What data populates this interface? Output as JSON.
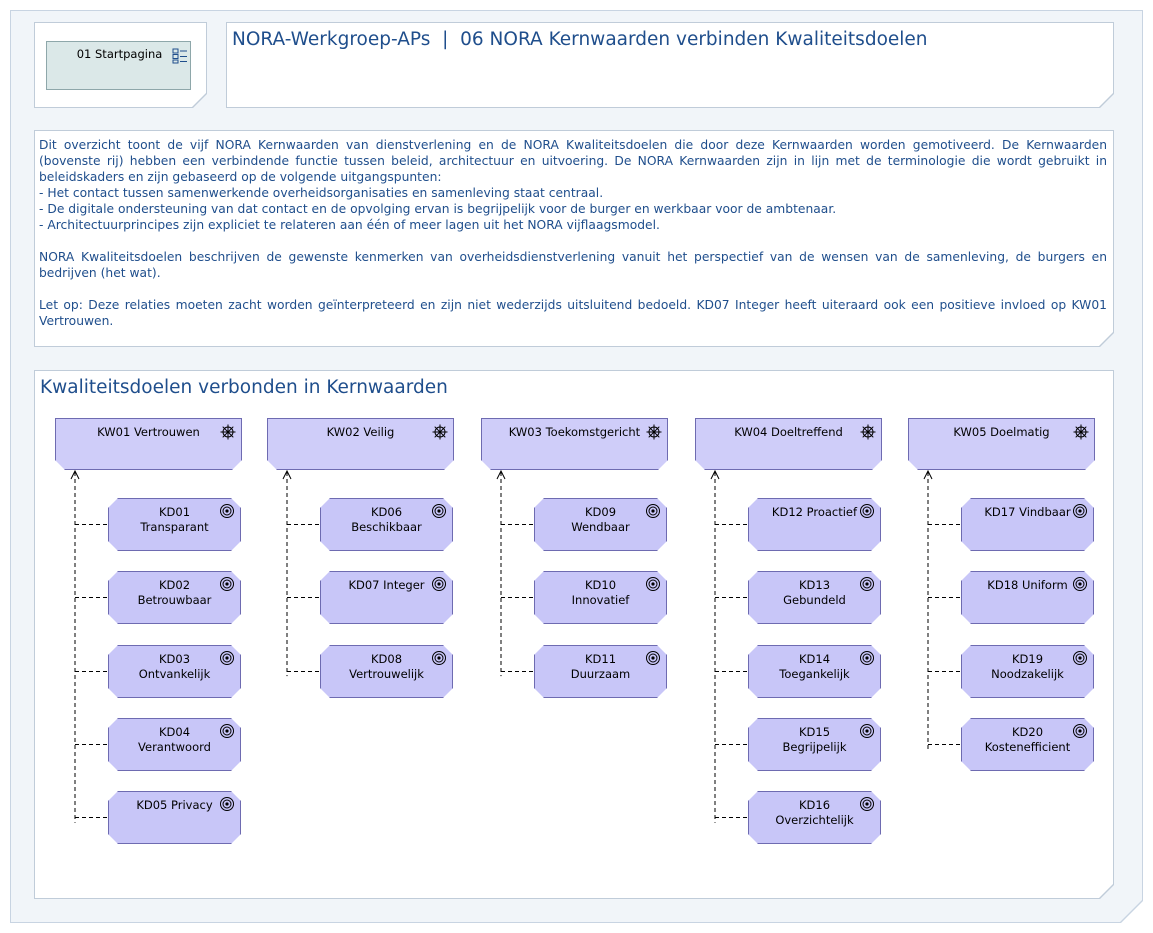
{
  "header": {
    "nav_button_label": "01 Startpagina",
    "title": "NORA-Werkgroep-APs  |  06 NORA Kernwaarden verbinden Kwaliteitsdoelen"
  },
  "description": {
    "para1": "Dit overzicht toont de vijf NORA Kernwaarden van dienstverlening en de NORA Kwaliteitsdoelen die door deze Kernwaarden worden gemotiveerd. De Kernwaarden (bovenste rij) hebben een verbindende functie tussen beleid, architectuur en uitvoering. De NORA Kernwaarden zijn in lijn met de terminologie die wordt gebruikt in beleidskaders en zijn gebaseerd op de volgende uitgangspunten:",
    "bullets": [
      "-   Het contact tussen samenwerkende overheidsorganisaties en samenleving staat centraal.",
      "-   De digitale ondersteuning van dat contact en de opvolging ervan is begrijpelijk voor de burger en werkbaar voor de ambtenaar.",
      "-   Architectuurprincipes zijn expliciet te relateren aan één of meer lagen uit het NORA vijflaagsmodel."
    ],
    "para2": "NORA Kwaliteitsdoelen beschrijven de gewenste kenmerken van overheidsdienstverlening vanuit het perspectief van de wensen van de samenleving, de burgers en bedrijven (het wat).",
    "para3": "Let op: Deze relaties moeten zacht worden geïnterpreteerd en zijn niet wederzijds uitsluitend bedoeld. KD07 Integer heeft uiteraard ook een positieve invloed op KW01 Vertrouwen."
  },
  "diagram": {
    "title": "Kwaliteitsdoelen verbonden in Kernwaarden",
    "columns": [
      {
        "kernwaarde": "KW01 Vertrouwen",
        "doelen": [
          [
            "KD01",
            "Transparant"
          ],
          [
            "KD02",
            "Betrouwbaar"
          ],
          [
            "KD03",
            "Ontvankelijk"
          ],
          [
            "KD04",
            "Verantwoord"
          ],
          [
            "KD05 Privacy"
          ]
        ]
      },
      {
        "kernwaarde": "KW02 Veilig",
        "doelen": [
          [
            "KD06",
            "Beschikbaar"
          ],
          [
            "KD07 Integer"
          ],
          [
            "KD08",
            "Vertrouwelijk"
          ]
        ]
      },
      {
        "kernwaarde": "KW03 Toekomstgericht",
        "doelen": [
          [
            "KD09 Wendbaar"
          ],
          [
            "KD10 Innovatief"
          ],
          [
            "KD11 Duurzaam"
          ]
        ]
      },
      {
        "kernwaarde": "KW04 Doeltreffend",
        "doelen": [
          [
            "KD12 Proactief"
          ],
          [
            "KD13 Gebundeld"
          ],
          [
            "KD14",
            "Toegankelijk"
          ],
          [
            "KD15 Begrijpelijk"
          ],
          [
            "KD16",
            "Overzichtelijk"
          ]
        ]
      },
      {
        "kernwaarde": "KW05 Doelmatig",
        "doelen": [
          [
            "KD17 Vindbaar"
          ],
          [
            "KD18 Uniform"
          ],
          [
            "KD19",
            "Noodzakelijk"
          ],
          [
            "KD20",
            "Kostenefficient"
          ]
        ]
      }
    ]
  },
  "icons": {
    "nav": "view-list-icon",
    "kernwaarde": "value-wheel-icon",
    "kwaliteitsdoel": "goal-target-icon"
  },
  "colors": {
    "text_blue": "#1f4e8c",
    "node_fill": "#c8c6f8",
    "node_border": "#6e6bb1"
  }
}
